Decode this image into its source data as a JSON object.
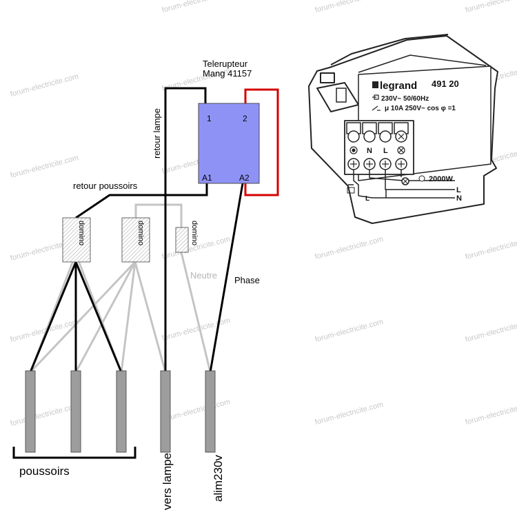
{
  "relay": {
    "title_line1": "Telerupteur",
    "title_line2": "Mang 41157",
    "pin_1": "1",
    "pin_2": "2",
    "pin_a1": "A1",
    "pin_a2": "A2",
    "color": "#8f92f5"
  },
  "wire_labels": {
    "retour_lampe": "retour lampe",
    "retour_poussoirs": "retour poussoirs",
    "neutre": "Neutre",
    "phase": "Phase"
  },
  "domino_label": "domino",
  "bottom_labels": {
    "poussoirs": "poussoirs",
    "vers_lampe": "vers lampe",
    "alim": "alim230v"
  },
  "module": {
    "brand": "legrand",
    "reference": "491 20",
    "rating_1": "230V~ 50/60Hz",
    "rating_2": "μ 10A 250V~ cos φ =1",
    "terminal_n": "N",
    "terminal_l": "L",
    "power": "2000W",
    "legend_l": "L",
    "legend_n": "N",
    "switch_l": "L"
  },
  "watermark": "forum-electricite.com",
  "colors": {
    "black_wire": "#000000",
    "grey_wire": "#c4c4c4",
    "red_wire": "#d40000",
    "cable": "#9d9d9d"
  }
}
